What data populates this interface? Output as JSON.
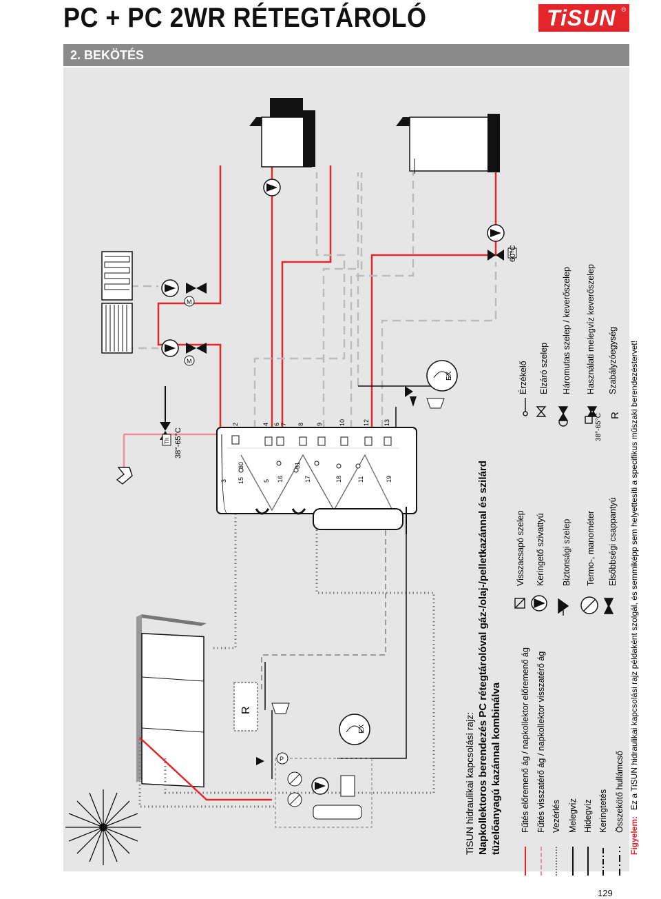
{
  "header": {
    "title": "PC + PC 2WR RÉTEGTÁROLÓ",
    "brand": "TiSUN",
    "brand_mark": "®"
  },
  "section": {
    "label": "2. BEKÖTÉS"
  },
  "description": {
    "intro": "TiSUN hidraulikai kapcsolási rajz:",
    "line1": "Napkollektoros berendezés PC rétegtárolóval gáz-/olaj-/pelletkazánnal és szilárd",
    "line2": "tüzelőanyagú kazánnal kombinálva"
  },
  "legend": {
    "col1": [
      "Fűtés előremenő ág / napkollektor előremenő ág",
      "Fűtés visszatérő ág / napkollektor visszatérő ág",
      "Vezérlés",
      "Melegvíz",
      "Hidegvíz",
      "Keringtetés",
      "Összekötő hullámcső"
    ],
    "col2": [
      "Visszacsapó szelep",
      "Keringető szivattyú",
      "Biztonsági szelep",
      "Termo-, manométer",
      "Elsőbbségi csappantyú"
    ],
    "col3": [
      "Érzékelő",
      "Elzáró szelep",
      "Háromutas szelep / keverőszelep",
      "Használati melegvíz keverőszelep",
      "Szabályzóegység"
    ],
    "col3_extra": {
      "temp_range": "38°-65°C",
      "r_symbol": "R"
    }
  },
  "warning": {
    "label": "Figyelem:",
    "text": "Ez a TiSUN hidraulikai kapcsolási rajz példaként szolgál, és semmiképp sem helyettesíti a specifikus műszaki berendezéstervet!"
  },
  "diagram": {
    "port_numbers": [
      "2",
      "4",
      "6",
      "7",
      "8",
      "9",
      "10",
      "12",
      "13",
      "3",
      "15",
      "30",
      "5",
      "16",
      "31",
      "17",
      "18",
      "11",
      "19"
    ],
    "mixer_label": "38°-65°C",
    "boiler_valve_label": "60°C",
    "th_label": "Th",
    "ex_label": "EX",
    "r_label": "R",
    "m_label": "M",
    "p_label": "P"
  },
  "colors": {
    "accent": "#e3262b",
    "bar": "#8a8a8a",
    "panel": "#e6e6e6",
    "pink": "#f08ca0",
    "dash": "#bbbbbb"
  },
  "page_number": "129"
}
